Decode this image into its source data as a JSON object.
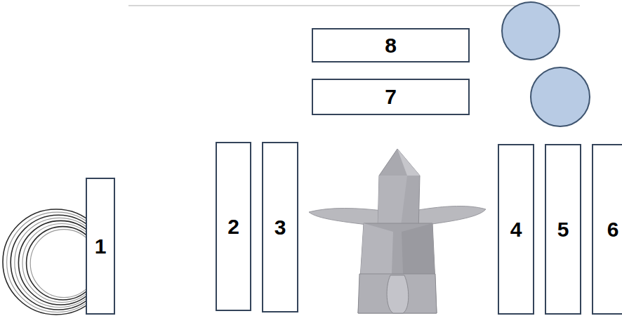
{
  "diagram": {
    "nodes": [
      {
        "text": [
          "8"
        ]
      },
      {
        "text": [
          "7"
        ]
      },
      {
        "text": [
          "1"
        ]
      },
      {
        "text": [
          "2"
        ]
      },
      {
        "text": [
          "3"
        ]
      },
      {
        "text": [
          "4"
        ]
      },
      {
        "text": [
          "5"
        ]
      },
      {
        "text": [
          "6"
        ]
      }
    ]
  }
}
